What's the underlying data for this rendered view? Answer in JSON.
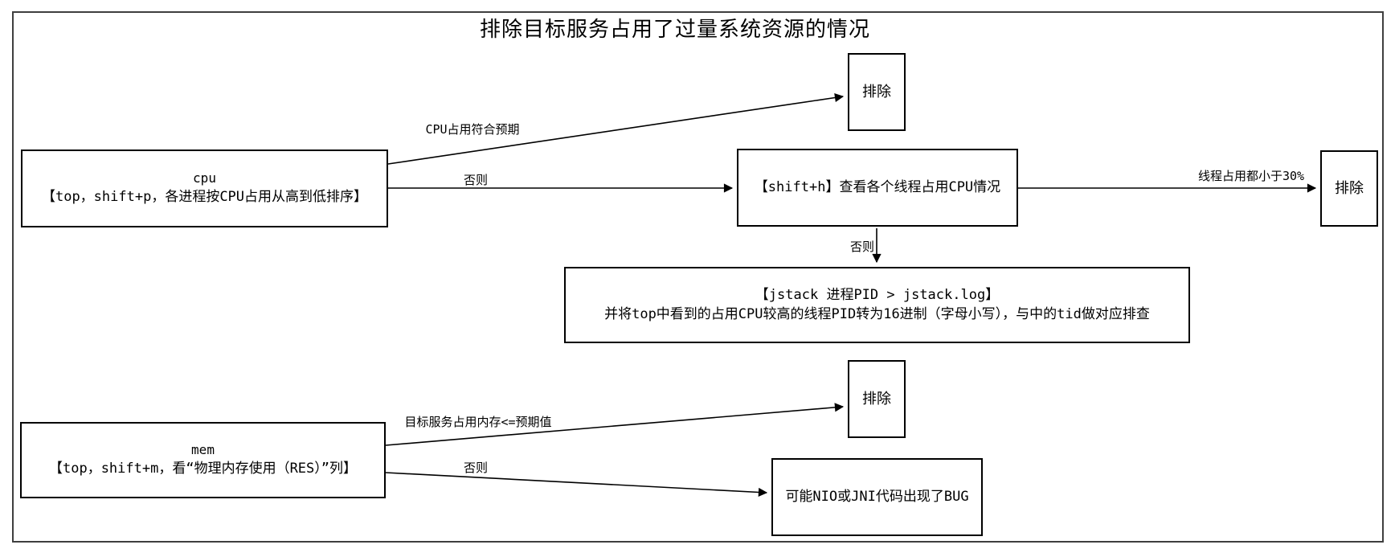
{
  "title": "排除目标服务占用了过量系统资源的情况",
  "nodes": {
    "cpu": {
      "subtitle": "cpu",
      "label": "【top，shift+p，各进程按CPU占用从高到低排序】"
    },
    "exclude_cpu_expected": {
      "label": "排除"
    },
    "shift_h": {
      "label": "【shift+h】查看各个线程占用CPU情况"
    },
    "exclude_thread_low": {
      "label": "排除"
    },
    "jstack": {
      "line1": "【jstack 进程PID > jstack.log】",
      "line2": "并将top中看到的占用CPU较高的线程PID转为16进制（字母小写），与中的tid做对应排查"
    },
    "exclude_mem_expected": {
      "label": "排除"
    },
    "mem": {
      "subtitle": "mem",
      "label": "【top，shift+m，看“物理内存使用（RES）”列】"
    },
    "bug": {
      "label": "可能NIO或JNI代码出现了BUG"
    }
  },
  "edges": {
    "cpu_ok": "CPU占用符合预期",
    "cpu_else": "否则",
    "thread_low": "线程占用都小于30%",
    "thread_else": "否则",
    "mem_ok": "目标服务占用内存<=预期值",
    "mem_else": "否则"
  },
  "colors": {
    "line": "#000000",
    "box_border": "#000000",
    "outer_frame": "#3f3f3f",
    "background": "#ffffff"
  }
}
